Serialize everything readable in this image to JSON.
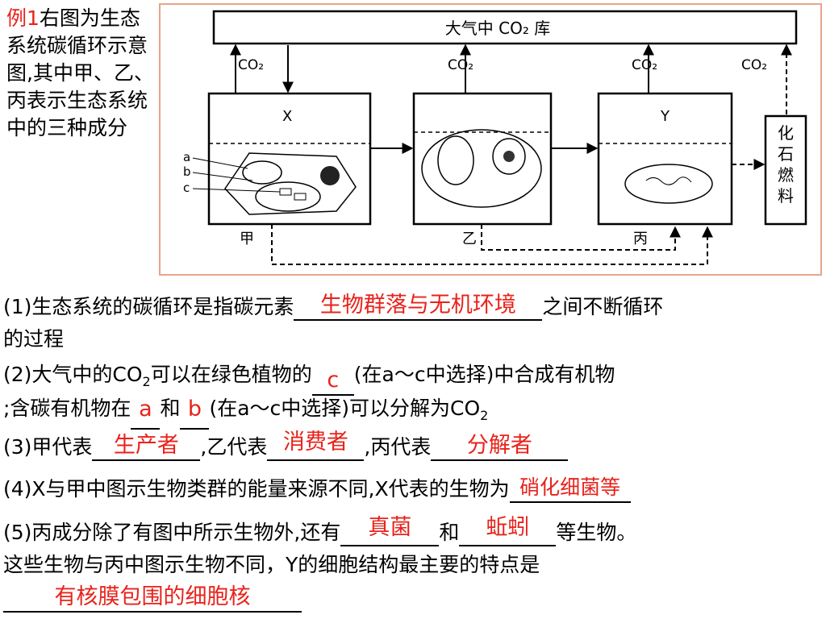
{
  "intro": {
    "label": "例1",
    "text": "右图为生态系统碳循环示意图,其中甲、乙、丙表示生态系统中的三种成分"
  },
  "diagram": {
    "top_box": "大气中 CO₂ 库",
    "co2": "CO₂",
    "x": "X",
    "y": "Y",
    "fossil": "化石燃料",
    "jia": "甲",
    "yi": "乙",
    "bing": "丙",
    "a": "a",
    "b": "b",
    "c": "c"
  },
  "questions": {
    "q1": {
      "pre": "(1)生态系统的碳循环是指碳元素",
      "ans": "生物群落与无机环境",
      "post": "之间不断循环",
      "line2": "的过程"
    },
    "q2": {
      "pre": "(2)大气中的CO",
      "sub": "2",
      "mid": "可以在绿色植物的",
      "ans": "c",
      "post": "(在a～c中选择)中合成有机物",
      "l2_pre": ";含碳有机物在",
      "ans_a": "a",
      "and": "和",
      "ans_b": "b",
      "l2_post": "(在a～c中选择)可以分解为CO",
      "l2_sub": "2"
    },
    "q3": {
      "pre": "(3)甲代表",
      "ans1": "生产者",
      "mid1": ",乙代表",
      "ans2": "消费者",
      "mid2": ",丙代表",
      "ans3": "分解者"
    },
    "q4": {
      "pre": "(4)X与甲中图示生物类群的能量来源不同,X代表的生物为",
      "ans": "硝化细菌等"
    },
    "q5": {
      "pre": "(5)丙成分除了有图中所示生物外,还有",
      "ans1": "真菌",
      "and": "和",
      "ans2": "蚯蚓",
      "post": "等生物。",
      "line2": "这些生物与丙中图示生物不同，Y的细胞结构最主要的特点是",
      "ans3": "有核膜包围的细胞核"
    }
  },
  "colors": {
    "answer": "#e8231b",
    "frame": "#e8a48a"
  }
}
